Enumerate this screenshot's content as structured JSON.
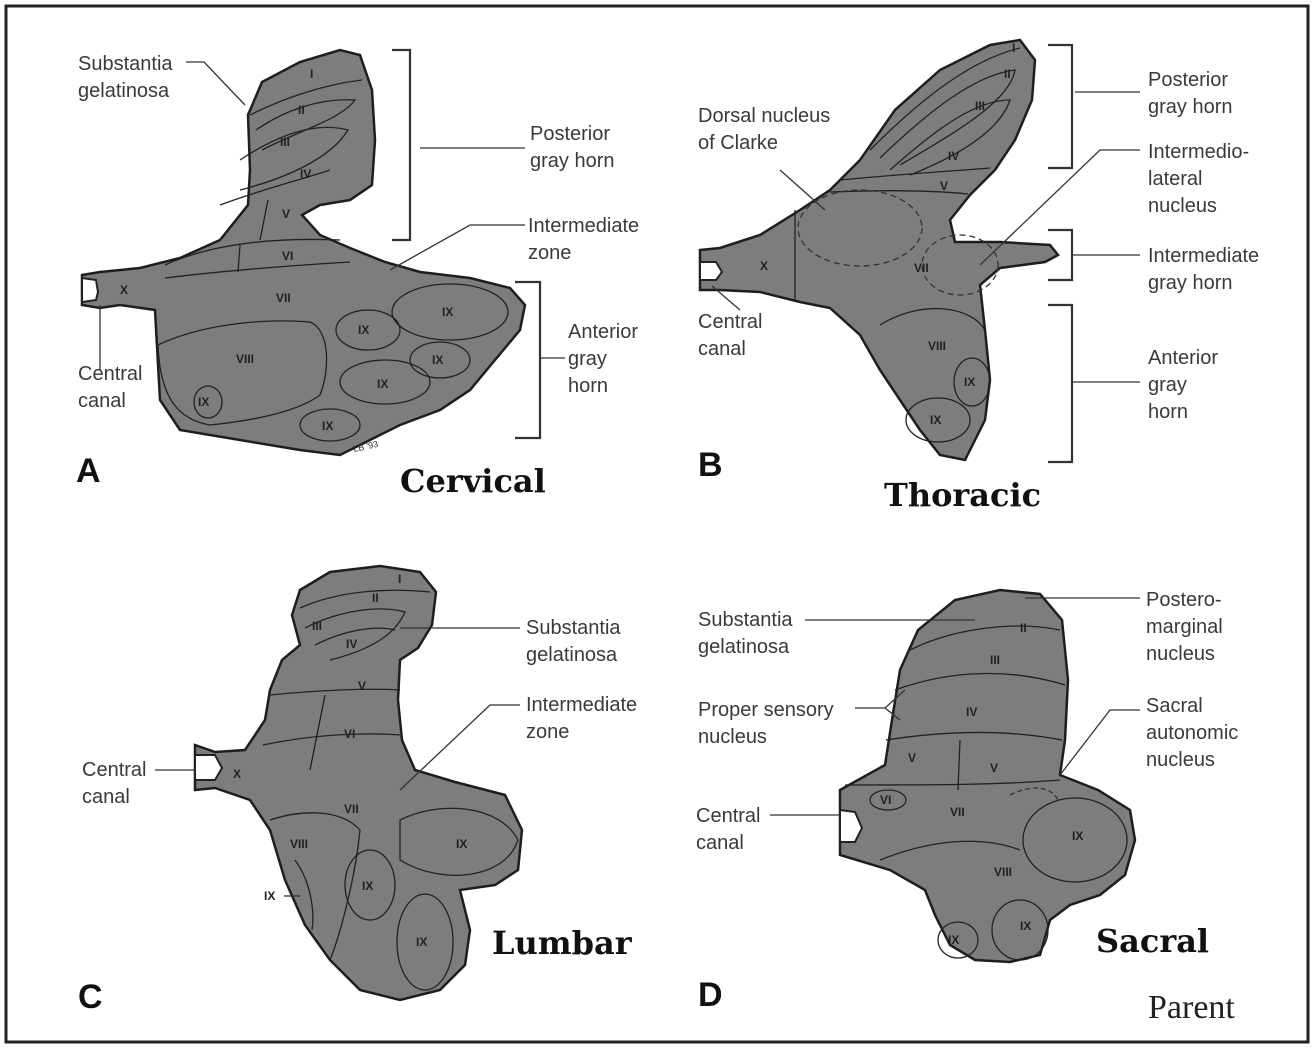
{
  "panels": {
    "A": {
      "letter": "A",
      "title": "Cervical",
      "labels": {
        "substantia_gelatinosa": [
          "Substantia",
          "gelatinosa"
        ],
        "posterior_gray_horn": [
          "Posterior",
          "gray horn"
        ],
        "intermediate_zone": [
          "Intermediate",
          "zone"
        ],
        "anterior_gray_horn": [
          "Anterior",
          "gray",
          "horn"
        ],
        "central_canal": [
          "Central",
          "canal"
        ]
      },
      "laminae": [
        "I",
        "II",
        "III",
        "IV",
        "V",
        "VI",
        "VII",
        "VIII",
        "IX",
        "IX",
        "IX",
        "IX",
        "IX",
        "IX",
        "X"
      ],
      "signature": "LB '93"
    },
    "B": {
      "letter": "B",
      "title": "Thoracic",
      "labels": {
        "dorsal_nucleus": [
          "Dorsal nucleus",
          "of Clarke"
        ],
        "posterior_gray_horn": [
          "Posterior",
          "gray horn"
        ],
        "intermediolateral_nucleus": [
          "Intermedio-",
          "lateral",
          "nucleus"
        ],
        "intermediate_gray_horn": [
          "Intermediate",
          "gray horn"
        ],
        "anterior_gray_horn": [
          "Anterior",
          "gray",
          "horn"
        ],
        "central_canal": [
          "Central",
          "canal"
        ]
      },
      "laminae": [
        "I",
        "II",
        "III",
        "IV",
        "V",
        "VII",
        "VIII",
        "IX",
        "IX",
        "X"
      ]
    },
    "C": {
      "letter": "C",
      "title": "Lumbar",
      "labels": {
        "substantia_gelatinosa": [
          "Substantia",
          "gelatinosa"
        ],
        "intermediate_zone": [
          "Intermediate",
          "zone"
        ],
        "central_canal": [
          "Central",
          "canal"
        ],
        "ix_pointer": "IX"
      },
      "laminae": [
        "I",
        "II",
        "III",
        "IV",
        "V",
        "VI",
        "VII",
        "VIII",
        "IX",
        "IX",
        "IX",
        "X"
      ]
    },
    "D": {
      "letter": "D",
      "title": "Sacral",
      "labels": {
        "substantia_gelatinosa": [
          "Substantia",
          "gelatinosa"
        ],
        "proper_sensory_nucleus": [
          "Proper sensory",
          "nucleus"
        ],
        "central_canal": [
          "Central",
          "canal"
        ],
        "posteromarginal_nucleus": [
          "Postero-",
          "marginal",
          "nucleus"
        ],
        "sacral_autonomic_nucleus": [
          "Sacral",
          "autonomic",
          "nucleus"
        ]
      },
      "laminae": [
        "II",
        "III",
        "IV",
        "V",
        "V",
        "VI",
        "VII",
        "VIII",
        "IX",
        "IX",
        "IX"
      ]
    }
  },
  "credit": "Parent"
}
